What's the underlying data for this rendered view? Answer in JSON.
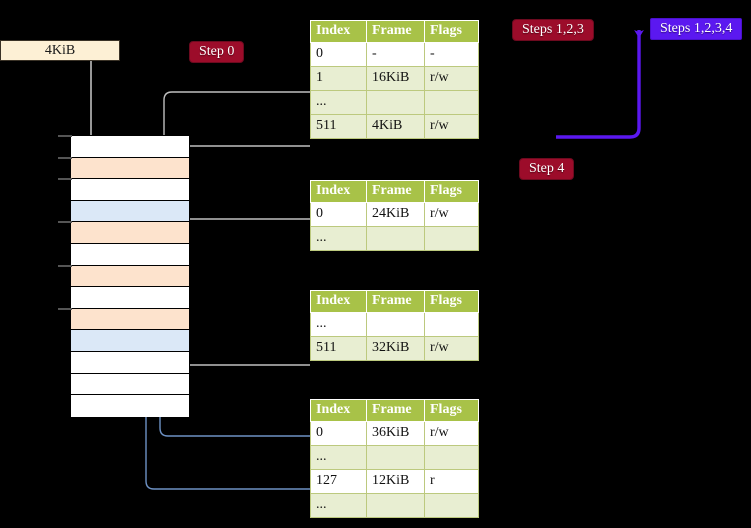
{
  "diagram": {
    "title_label": "4KiB",
    "badges": {
      "step0": "Step 0",
      "step4": "Step 4",
      "steps123": "Steps 1,2,3",
      "steps1234": "Steps 1,2,3,4"
    },
    "colors": {
      "badge_red": "#9c0c2a",
      "badge_blue": "#5b18f0",
      "table_header_green": "#a8c248",
      "table_row_alt": "#e8eed2",
      "highlight_yellow": "#fcfbb4",
      "mem_orange": "#fde3cd",
      "mem_blue": "#dbe8f7",
      "kib_box": "#fdf0d5",
      "wire_gray": "#b0b0b0",
      "wire_blue": "#6d91c4",
      "background": "#000000"
    }
  },
  "memory_grid": {
    "name": "physical-memory-column",
    "rows": [
      {
        "fill": "white"
      },
      {
        "fill": "orange"
      },
      {
        "fill": "white"
      },
      {
        "fill": "blue"
      },
      {
        "fill": "orange"
      },
      {
        "fill": "white"
      },
      {
        "fill": "orange"
      },
      {
        "fill": "white"
      },
      {
        "fill": "orange"
      },
      {
        "fill": "blue"
      },
      {
        "fill": "white"
      },
      {
        "fill": "white"
      },
      {
        "fill": "white"
      }
    ],
    "tick_rows": [
      0,
      1,
      2,
      4,
      6,
      8
    ]
  },
  "tables": [
    {
      "name": "page-table-level-0",
      "columns": [
        "Index",
        "Frame",
        "Flags"
      ],
      "rows": [
        {
          "index": "0",
          "frame": "-",
          "flags": "-",
          "shade": "odd",
          "highlight": false
        },
        {
          "index": "1",
          "frame": "16KiB",
          "flags": "r/w",
          "shade": "even",
          "highlight": false
        },
        {
          "index": "...",
          "frame": "",
          "flags": "",
          "shade": "even",
          "highlight": false
        },
        {
          "index": "511",
          "frame": "4KiB",
          "flags": "r/w",
          "shade": "even",
          "highlight": true
        }
      ]
    },
    {
      "name": "page-table-level-1",
      "columns": [
        "Index",
        "Frame",
        "Flags"
      ],
      "rows": [
        {
          "index": "0",
          "frame": "24KiB",
          "flags": "r/w",
          "shade": "odd",
          "highlight": false
        },
        {
          "index": "...",
          "frame": "",
          "flags": "",
          "shade": "even",
          "highlight": false
        }
      ]
    },
    {
      "name": "page-table-level-2",
      "columns": [
        "Index",
        "Frame",
        "Flags"
      ],
      "rows": [
        {
          "index": "...",
          "frame": "",
          "flags": "",
          "shade": "odd",
          "highlight": false
        },
        {
          "index": "511",
          "frame": "32KiB",
          "flags": "r/w",
          "shade": "even",
          "highlight": false
        }
      ]
    },
    {
      "name": "page-table-level-3",
      "columns": [
        "Index",
        "Frame",
        "Flags"
      ],
      "rows": [
        {
          "index": "0",
          "frame": "36KiB",
          "flags": "r/w",
          "shade": "odd",
          "highlight": false
        },
        {
          "index": "...",
          "frame": "",
          "flags": "",
          "shade": "even",
          "highlight": false
        },
        {
          "index": "127",
          "frame": "12KiB",
          "flags": "r",
          "shade": "odd",
          "highlight": false
        },
        {
          "index": "...",
          "frame": "",
          "flags": "",
          "shade": "even",
          "highlight": false
        }
      ]
    }
  ]
}
